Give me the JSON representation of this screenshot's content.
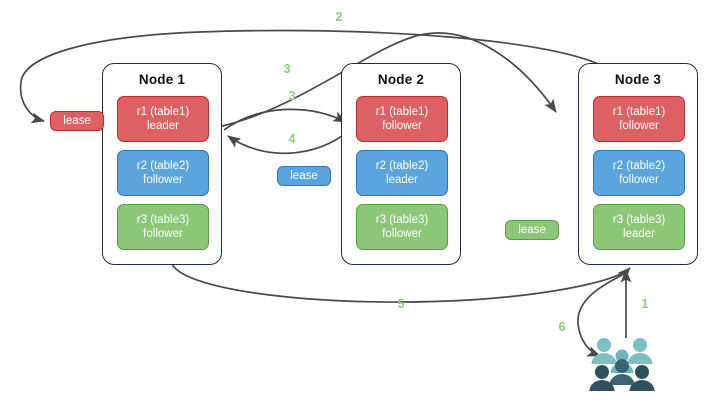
{
  "diagram": {
    "title": "Distributed range leaseholder and replica routing diagram",
    "background": "#ffffff",
    "edge_label_color": "#8ad07a",
    "edge_stroke_color": "#4a4a4a",
    "node_border_color": "#1f2d4a",
    "palette": {
      "red_fill": "#dd6063",
      "red_border": "#c0292e",
      "blue_fill": "#5ca4dd",
      "blue_border": "#2d74b5",
      "green_fill": "#8cc777",
      "green_border": "#56a03d",
      "users_light": "#7cc0c0",
      "users_dark": "#3d6472"
    }
  },
  "nodes": [
    {
      "id": "node1",
      "title": "Node 1",
      "ranges": [
        {
          "id": "n1r1",
          "line1": "r1 (table1)",
          "line2": "leader",
          "color": "red"
        },
        {
          "id": "n1r2",
          "line1": "r2 (table2)",
          "line2": "follower",
          "color": "blue"
        },
        {
          "id": "n1r3",
          "line1": "r3 (table3)",
          "line2": "follower",
          "color": "green"
        }
      ]
    },
    {
      "id": "node2",
      "title": "Node 2",
      "ranges": [
        {
          "id": "n2r1",
          "line1": "r1 (table1)",
          "line2": "follower",
          "color": "red"
        },
        {
          "id": "n2r2",
          "line1": "r2 (table2)",
          "line2": "leader",
          "color": "blue"
        },
        {
          "id": "n2r3",
          "line1": "r3 (table3)",
          "line2": "follower",
          "color": "green"
        }
      ]
    },
    {
      "id": "node3",
      "title": "Node 3",
      "ranges": [
        {
          "id": "n3r1",
          "line1": "r1 (table1)",
          "line2": "follower",
          "color": "red"
        },
        {
          "id": "n3r2",
          "line1": "r2 (table2)",
          "line2": "follower",
          "color": "blue"
        },
        {
          "id": "n3r3",
          "line1": "r3 (table3)",
          "line2": "leader",
          "color": "green"
        }
      ]
    }
  ],
  "leases": [
    {
      "id": "lease-r1",
      "label": "lease",
      "color": "red"
    },
    {
      "id": "lease-r2",
      "label": "lease",
      "color": "blue"
    },
    {
      "id": "lease-r3",
      "label": "lease",
      "color": "green"
    }
  ],
  "edge_labels": [
    {
      "id": "edge-label-1",
      "text": "1"
    },
    {
      "id": "edge-label-2",
      "text": "2"
    },
    {
      "id": "edge-label-3a",
      "text": "3"
    },
    {
      "id": "edge-label-3b",
      "text": "3"
    },
    {
      "id": "edge-label-4",
      "text": "4"
    },
    {
      "id": "edge-label-5",
      "text": "5"
    },
    {
      "id": "edge-label-6",
      "text": "6"
    }
  ],
  "icons": {
    "users": "users-group-icon"
  }
}
